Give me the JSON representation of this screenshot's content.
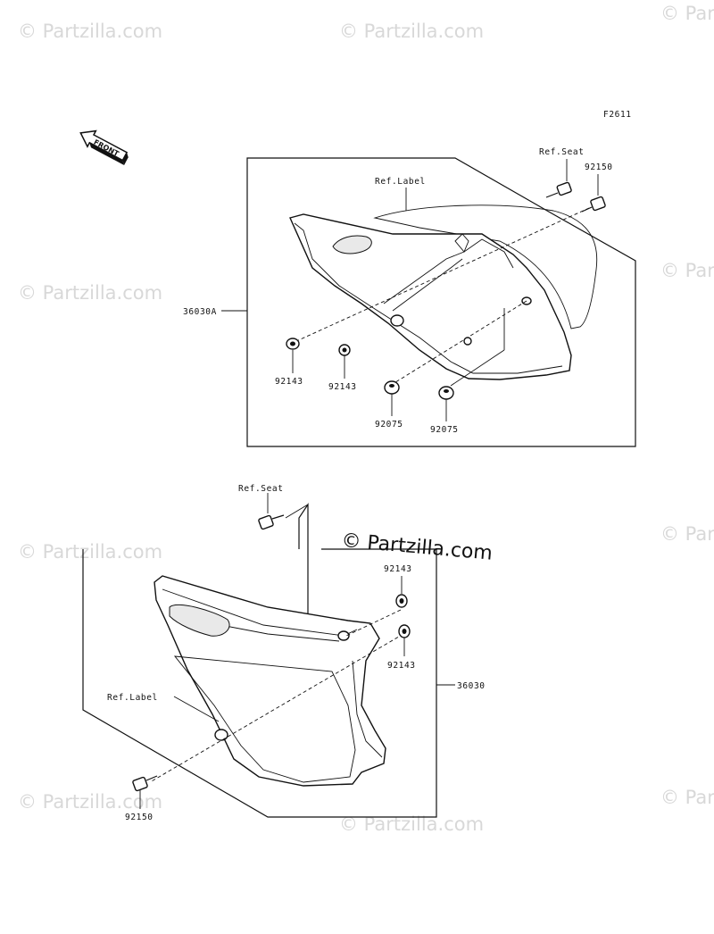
{
  "watermark": {
    "text": "© Partzilla.com",
    "center_text": "© Partzilla.com"
  },
  "figure_code": "F2611",
  "front_arrow": "FRONT",
  "top_assembly": {
    "part_number": "36030A",
    "callouts": {
      "ref_seat": "Ref.Seat",
      "ref_label": "Ref.Label",
      "bolt": "92150",
      "collar_left": "92143",
      "collar_mid": "92143",
      "grommet_left": "92075",
      "grommet_right": "92075"
    }
  },
  "bottom_assembly": {
    "part_number": "36030",
    "callouts": {
      "ref_seat": "Ref.Seat",
      "ref_label": "Ref.Label",
      "collar_top": "92143",
      "collar_bottom": "92143",
      "bolt": "92150"
    }
  }
}
